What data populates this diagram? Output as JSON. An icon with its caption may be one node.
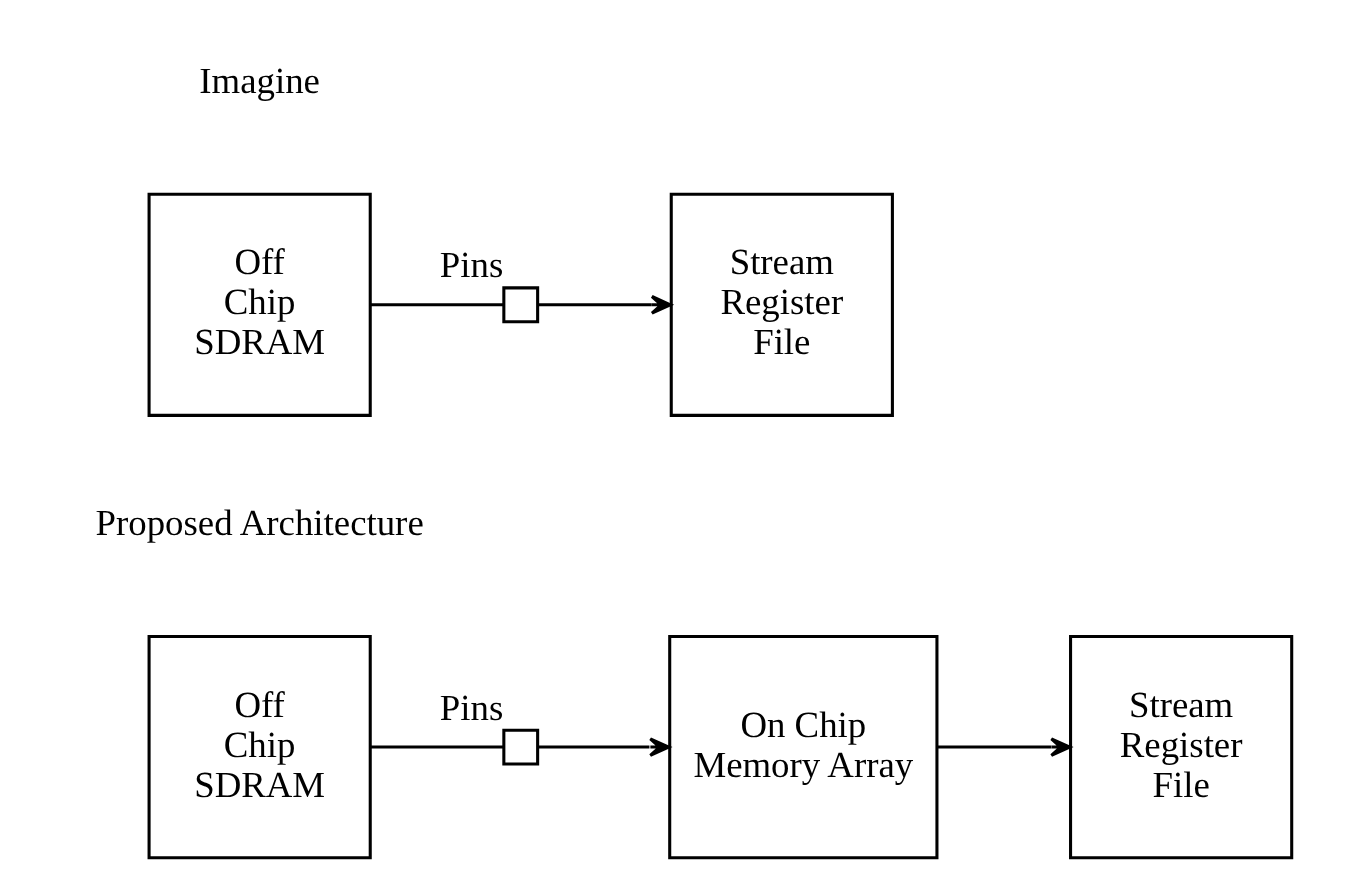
{
  "diagram": {
    "nodes": [
      {
        "text": [
          "Off Chip SDRAM"
        ]
      },
      {
        "text": [],
        "shape": "box",
        "beside": [
          "Pins"
        ]
      },
      {
        "text": [
          "Stream Register File"
        ]
      },
      {
        "text": [
          "Off Chip SDRAM"
        ]
      },
      {
        "text": [],
        "shape": "box",
        "beside": [
          "Pins"
        ]
      },
      {
        "text": [
          "On Chip Memory Array"
        ]
      },
      {
        "text": [
          "Stream Register File"
        ]
      }
    ],
    "edges": [
      {
        "from": 0,
        "to": 1,
        "arrow": "none"
      },
      {
        "from": 1,
        "to": 2,
        "arrow": "to"
      },
      {
        "from": 3,
        "to": 4,
        "arrow": "none"
      },
      {
        "from": 4,
        "to": 5,
        "arrow": "to"
      },
      {
        "from": 5,
        "to": 6,
        "arrow": "to"
      }
    ],
    "labels": [
      "Imagine",
      "Proposed Architecture"
    ]
  }
}
